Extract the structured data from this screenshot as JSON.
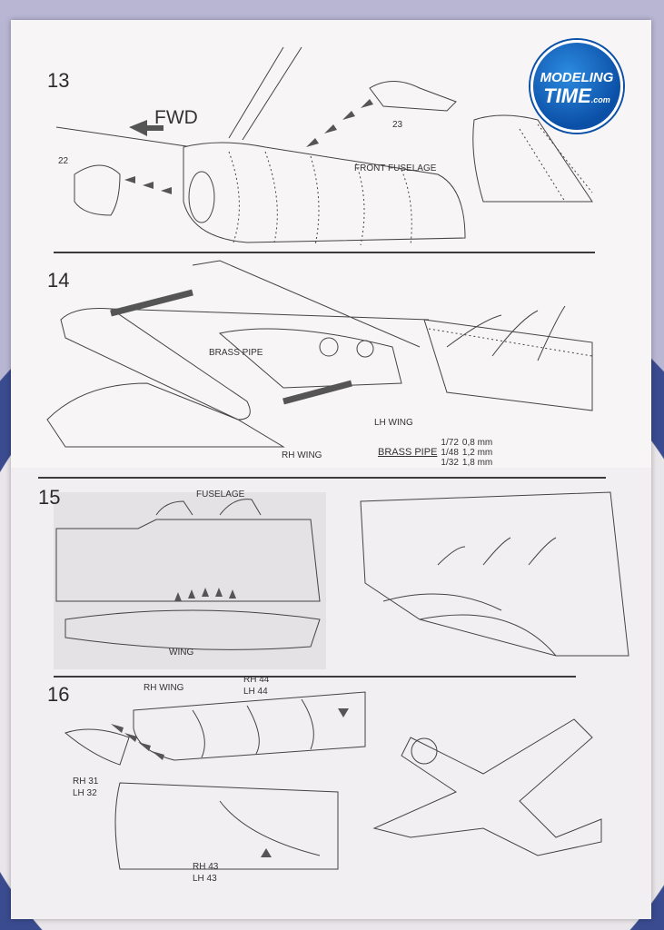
{
  "logo": {
    "line1": "MODELING",
    "line2": "TIME",
    ".com": ".com",
    "suffix": ".com"
  },
  "steps": [
    {
      "number": "13",
      "labels": {
        "fwd": "FWD",
        "part_a": "22",
        "part_b": "23",
        "front_fuselage": "FRONT FUSELAGE"
      }
    },
    {
      "number": "14",
      "labels": {
        "brass_pipe": "BRASS PIPE",
        "lh_wing": "LH WING",
        "rh_wing": "RH WING"
      },
      "pipe_table": {
        "title": "BRASS PIPE",
        "rows": [
          [
            "1/72",
            "0,8 mm"
          ],
          [
            "1/48",
            "1,2 mm"
          ],
          [
            "1/32",
            "1,8 mm"
          ]
        ]
      }
    },
    {
      "number": "15",
      "labels": {
        "fuselage": "FUSELAGE",
        "wing": "WING"
      }
    },
    {
      "number": "16",
      "labels": {
        "rh_wing": "RH WING",
        "rh44": "RH 44",
        "lh44": "LH 44",
        "rh31": "RH 31",
        "lh32": "LH 32",
        "rh43": "RH 43",
        "lh43": "LH 43"
      }
    }
  ]
}
